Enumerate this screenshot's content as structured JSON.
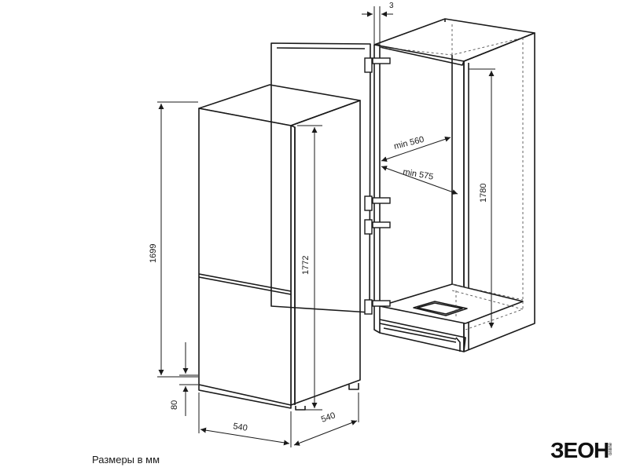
{
  "dimensions": {
    "total_height": "1699",
    "body_height": "1772",
    "bottom_clearance": "80",
    "width": "540",
    "depth": "540",
    "hinge_gap": "3",
    "niche_width": "min 560",
    "niche_depth": "min 575",
    "niche_height": "1780"
  },
  "caption": "Размеры в мм",
  "brand": {
    "name": "ЗЕОН",
    "sub": "online"
  },
  "colors": {
    "line": "#1a1a1a",
    "dashed": "#555555",
    "background": "#ffffff"
  }
}
